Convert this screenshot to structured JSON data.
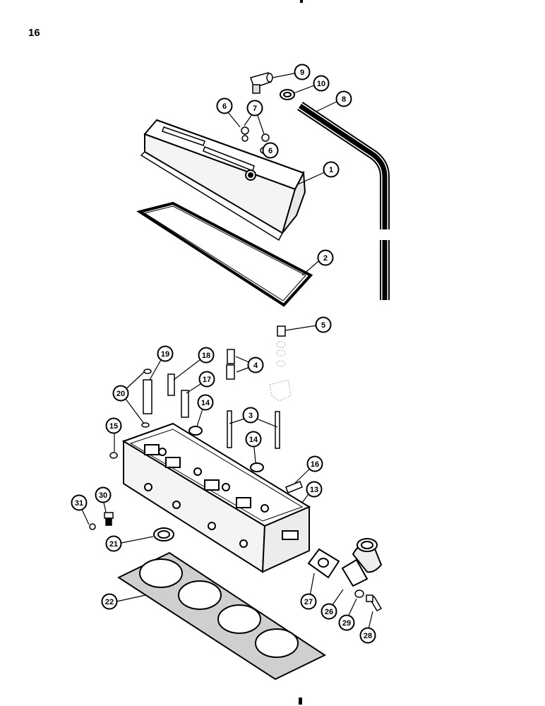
{
  "page_number": "16",
  "callouts": [
    {
      "label": "1"
    },
    {
      "label": "2"
    },
    {
      "label": "3"
    },
    {
      "label": "4"
    },
    {
      "label": "5"
    },
    {
      "label": "6"
    },
    {
      "label": "6"
    },
    {
      "label": "7"
    },
    {
      "label": "8"
    },
    {
      "label": "9"
    },
    {
      "label": "10"
    },
    {
      "label": "13"
    },
    {
      "label": "14"
    },
    {
      "label": "14"
    },
    {
      "label": "15"
    },
    {
      "label": "16"
    },
    {
      "label": "17"
    },
    {
      "label": "18"
    },
    {
      "label": "19"
    },
    {
      "label": "20"
    },
    {
      "label": "21"
    },
    {
      "label": "22"
    },
    {
      "label": "26"
    },
    {
      "label": "27"
    },
    {
      "label": "28"
    },
    {
      "label": "29"
    },
    {
      "label": "30"
    },
    {
      "label": "31"
    }
  ]
}
